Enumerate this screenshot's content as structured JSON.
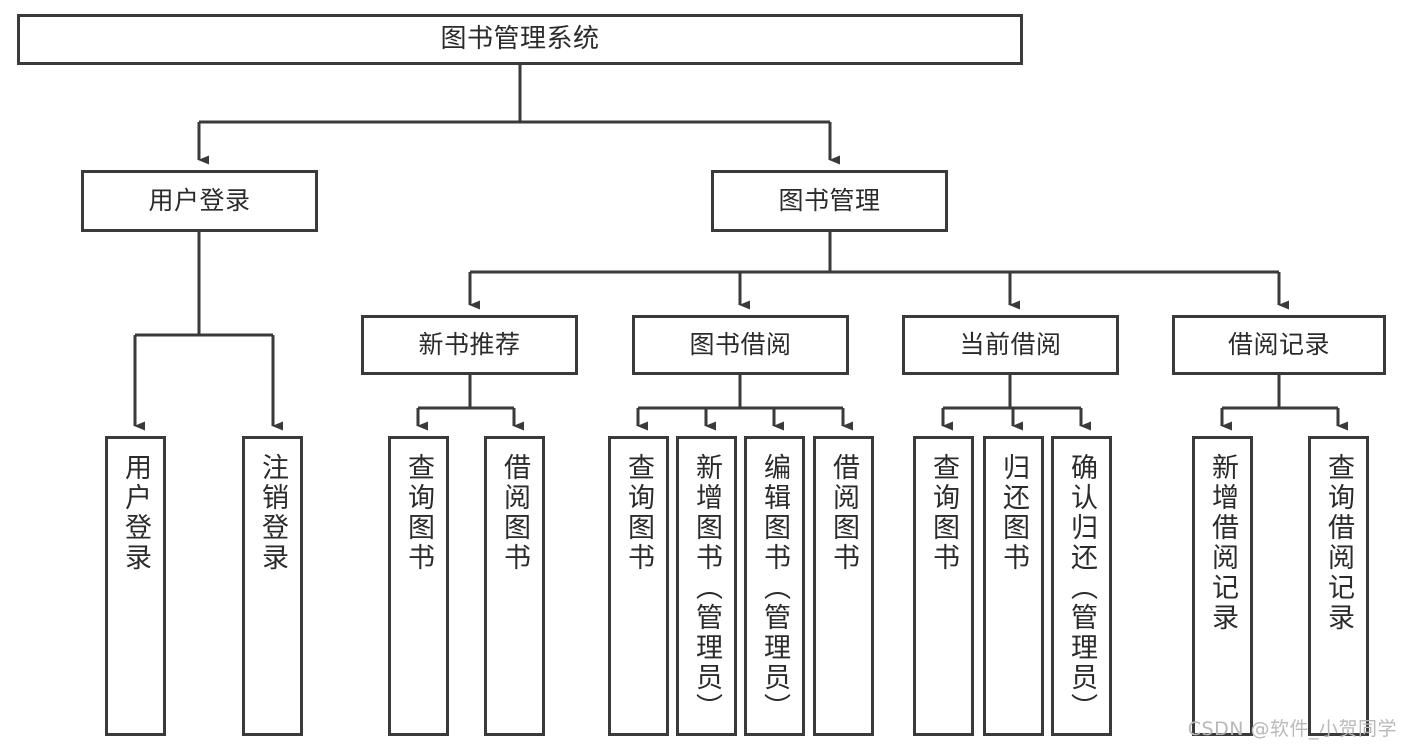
{
  "diagram": {
    "title": "图书管理系统",
    "type": "tree-hierarchy-chart",
    "watermark": "CSDN @软件_小贺同学",
    "line_color": "#3a3a3a",
    "text_color": "#2b2b2b",
    "background": "#ffffff",
    "root": {
      "label": "图书管理系统"
    },
    "level2": [
      {
        "label": "用户登录"
      },
      {
        "label": "图书管理"
      }
    ],
    "level3": [
      {
        "label": "新书推荐"
      },
      {
        "label": "图书借阅"
      },
      {
        "label": "当前借阅"
      },
      {
        "label": "借阅记录"
      }
    ],
    "leaves": {
      "user_login": [
        {
          "label": "用户登录"
        },
        {
          "label": "注销登录"
        }
      ],
      "new_book_recommend": [
        {
          "label": "查询图书"
        },
        {
          "label": "借阅图书"
        }
      ],
      "book_borrow": [
        {
          "label": "查询图书"
        },
        {
          "label": "新增图书（管理员）"
        },
        {
          "label": "编辑图书（管理员）"
        },
        {
          "label": "借阅图书"
        }
      ],
      "current_borrow": [
        {
          "label": "查询图书"
        },
        {
          "label": "归还图书"
        },
        {
          "label": "确认归还（管理员）"
        }
      ],
      "borrow_record": [
        {
          "label": "新增借阅记录"
        },
        {
          "label": "查询借阅记录"
        }
      ]
    }
  }
}
